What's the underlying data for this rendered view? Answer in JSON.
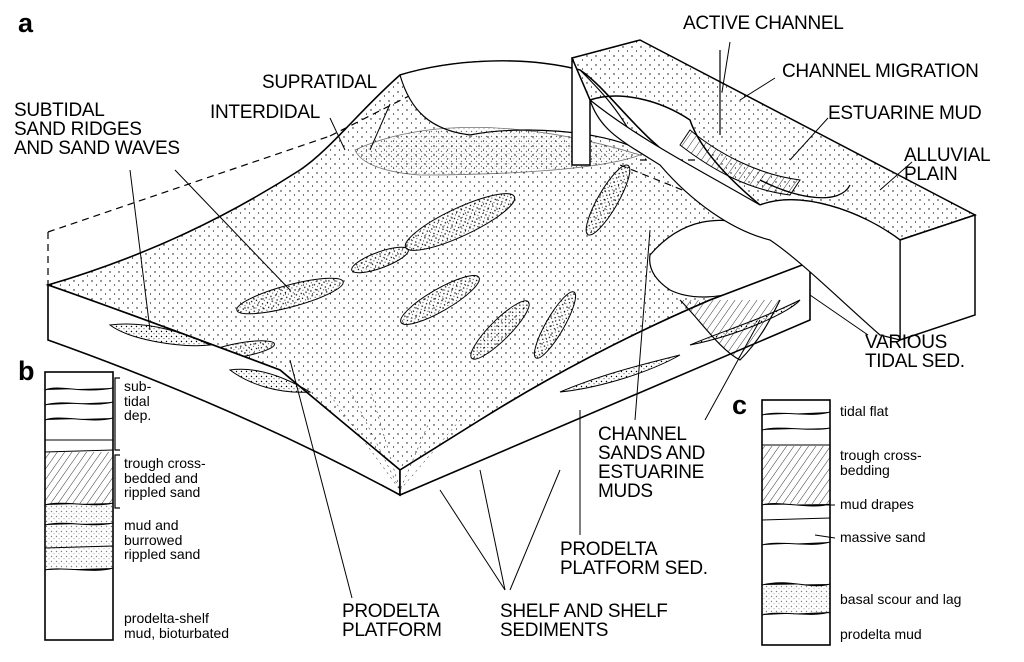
{
  "panels": {
    "a": "a",
    "b": "b",
    "c": "c"
  },
  "labels": {
    "active_channel": "ACTIVE CHANNEL",
    "channel_migration": "CHANNEL MIGRATION",
    "estuarine_mud": "ESTUARINE MUD",
    "alluvial_plain": "ALLUVIAL\nPLAIN",
    "supratidal": "SUPRATIDAL",
    "interdidal": "INTERDIDAL",
    "subtidal_sand_ridges": "SUBTIDAL\nSAND RIDGES\nAND SAND WAVES",
    "various_tidal_sed": "VARIOUS\nTIDAL SED.",
    "channel_sands": "CHANNEL\nSANDS AND\nESTUARINE\nMUDS",
    "prodelta_platform_sed": "PRODELTA\nPLATFORM SED.",
    "prodelta_platform": "PRODELTA\nPLATFORM",
    "shelf_sediments": "SHELF AND SHELF\nSEDIMENTS"
  },
  "column_b": {
    "subtidal_dep": "sub-\ntidal\ndep.",
    "trough_cross_bedded": "trough cross-\nbedded and\nrippled sand",
    "mud_burrowed": "mud and\nburrowed\nrippled sand",
    "prodelta_shelf_mud": "prodelta-shelf\nmud, bioturbated"
  },
  "column_c": {
    "tidal_flat": "tidal flat",
    "trough_cross_bedding": "trough cross-\nbedding",
    "mud_drapes": "mud drapes",
    "massive_sand": "massive sand",
    "basal_scour": "basal scour and lag",
    "prodelta_mud": "prodelta mud"
  }
}
